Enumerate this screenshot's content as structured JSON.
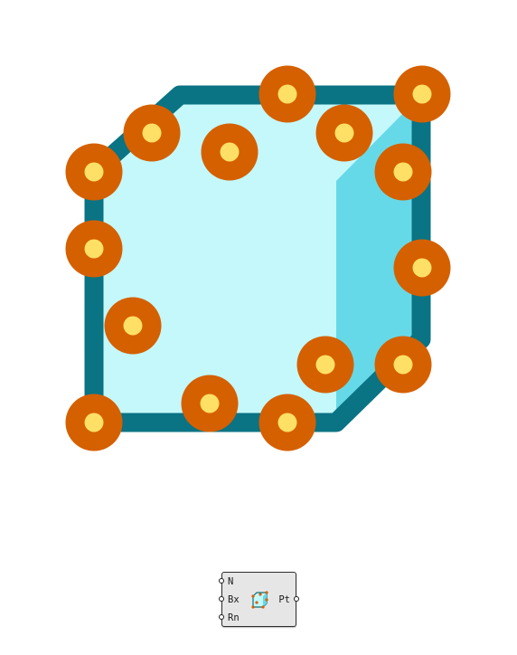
{
  "colors": {
    "face_front": "#c4f8fa",
    "face_side": "#66d9e8",
    "edge": "#0a7384",
    "point_outer": "#d56000",
    "point_inner": "#ffe066",
    "component_bg": "#e6e6e6"
  },
  "points": [
    {
      "id": "p1"
    },
    {
      "id": "p2"
    },
    {
      "id": "p3"
    },
    {
      "id": "p4"
    },
    {
      "id": "p5"
    },
    {
      "id": "p6"
    },
    {
      "id": "p7"
    },
    {
      "id": "p8"
    },
    {
      "id": "p9"
    },
    {
      "id": "p10"
    },
    {
      "id": "p11"
    },
    {
      "id": "p12"
    },
    {
      "id": "p13"
    },
    {
      "id": "p14"
    },
    {
      "id": "p15"
    },
    {
      "id": "p16"
    }
  ],
  "component": {
    "inputs": [
      "N",
      "Bx",
      "Rn"
    ],
    "output": "Pt",
    "icon": "populate-3d-icon"
  }
}
